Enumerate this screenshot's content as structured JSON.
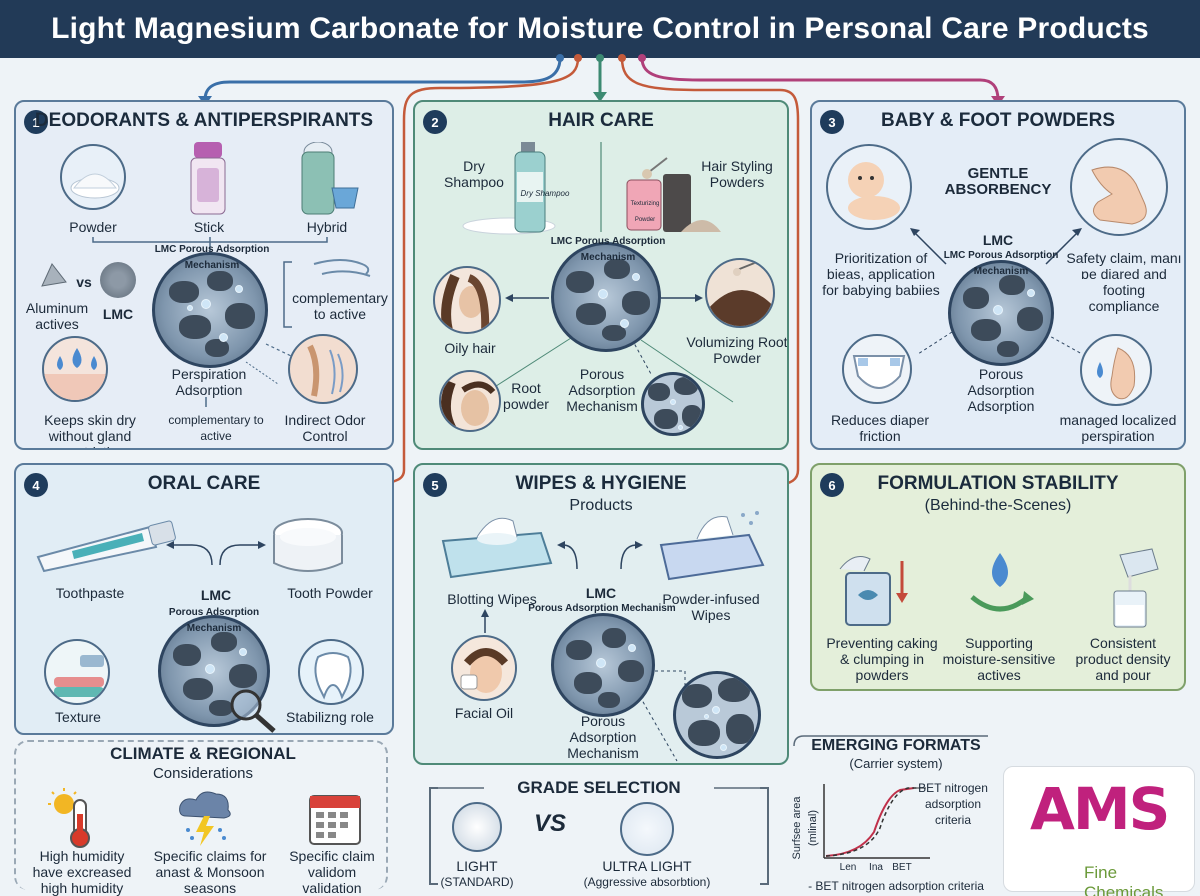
{
  "title": "Light Magnesium Carbonate for Moisture Control in Personal Care Products",
  "colors": {
    "header": "#223a57",
    "accent_blue": "#3a6fa8",
    "accent_teal": "#3c8a72",
    "accent_red": "#c45a3a",
    "accent_magenta": "#b0407a",
    "logo": "#c0217d"
  },
  "panel1": {
    "num": "1",
    "title": "DEODORANTS & ANTIPERSPIRANTS",
    "powder": "Powder",
    "stick": "Stick",
    "hybrid": "Hybrid",
    "vs": "vs",
    "aluminum": "Aluminum actives",
    "lmc": "LMC",
    "mech": "LMC Porous Adsorption Mechanism",
    "complementary": "complementary to active",
    "perspiration": "Perspiration Adsorption",
    "complementary2": "complementary to active",
    "dry": "Keeps skin dry without gland constriction",
    "odor": "Indirect Odor Control"
  },
  "panel2": {
    "num": "2",
    "title": "HAIR CARE",
    "dry_shampoo": "Dry Shampoo",
    "can_text": "Dry Shampoo",
    "styling": "Hair Styling Powders",
    "jar_text": "Texturizing Powder",
    "mech": "LMC Porous Adsorption Mechanism",
    "oily": "Oily hair",
    "volumizing": "Volumizing Root Powder",
    "root": "Root powder",
    "porous": "Porous Adsorption Mechanism"
  },
  "panel3": {
    "num": "3",
    "title": "BABY & FOOT POWDERS",
    "gentle": "GENTLE ABSORBENCY",
    "lmc": "LMC",
    "mech": "LMC Porous Adsorption Mechanism",
    "prioritization": "Prioritization of bieas, application for babying babiies",
    "safety": "Safety claim, manı ɒe diared and footing compliance",
    "porous": "Porous Adsorption Adsorption",
    "diaper": "Reduces diaper friction",
    "perspiration": "managed localized perspiration"
  },
  "panel4": {
    "num": "4",
    "title": "ORAL CARE",
    "toothpaste": "Toothpaste",
    "tooth_powder": "Tooth Powder",
    "lmc": "LMC",
    "mech": "Porous Adsorption Mechanism",
    "texture": "Texture",
    "stabilizing": "Stabilizng role"
  },
  "panel5": {
    "num": "5",
    "title": "WIPES & HYGIENE",
    "subtitle": "Products",
    "blotting": "Blotting Wipes",
    "powder_wipes": "Powder-infused Wipes",
    "lmc": "LMC",
    "mech": "Porous Adsorption Mechanism",
    "facial": "Facial Oil",
    "porous": "Porous Adsorption Mechanism"
  },
  "panel6": {
    "num": "6",
    "title": "FORMULATION STABILITY",
    "subtitle": "(Behind-the-Scenes)",
    "caking": "Preventing caking & clumping in powders",
    "moisture": "Supporting moisture-sensitive actives",
    "density": "Consistent product density and pour"
  },
  "climate": {
    "title": "CLIMATE & REGIONAL",
    "subtitle": "Considerations",
    "humidity": "High humidity have excreased high humidity",
    "monsoon": "Specific claims for anast & Monsoon seasons",
    "validation": "Specific claim validom validation"
  },
  "grade": {
    "title": "GRADE SELECTION",
    "vs": "VS",
    "light": "LIGHT",
    "light_sub": "(STANDARD)",
    "ultra": "ULTRA LIGHT",
    "ultra_sub": "(Aggressive absorbtion)"
  },
  "emerging": {
    "title": "EMERGING FORMATS",
    "subtitle": "(Carrier system)",
    "ylabel": "Surfsee area (mlinal)",
    "ticks": [
      "Len",
      "Ina",
      "BET"
    ],
    "annotation": "BET nitrogen adsorption criteria",
    "footnote": "- BET nitrogen adsorption criteria"
  },
  "logo": {
    "brand": "AMS",
    "tagline": "Fine Chemicals"
  },
  "icons": [
    "powder-pile-icon",
    "deodorant-stick-icon",
    "hybrid-deodorant-icon",
    "aluminum-cone-icon",
    "water-drop-icon",
    "face-icon",
    "spray-can-icon",
    "powder-jar-icon",
    "hair-icon",
    "baby-icon",
    "foot-icon",
    "diaper-icon",
    "toothpaste-tube-icon",
    "tooth-icon",
    "wipes-pack-icon",
    "face-wipe-icon",
    "scoop-icon",
    "drop-cycle-icon",
    "pouring-cup-icon",
    "sun-thermometer-icon",
    "storm-cloud-icon",
    "calendar-icon"
  ]
}
